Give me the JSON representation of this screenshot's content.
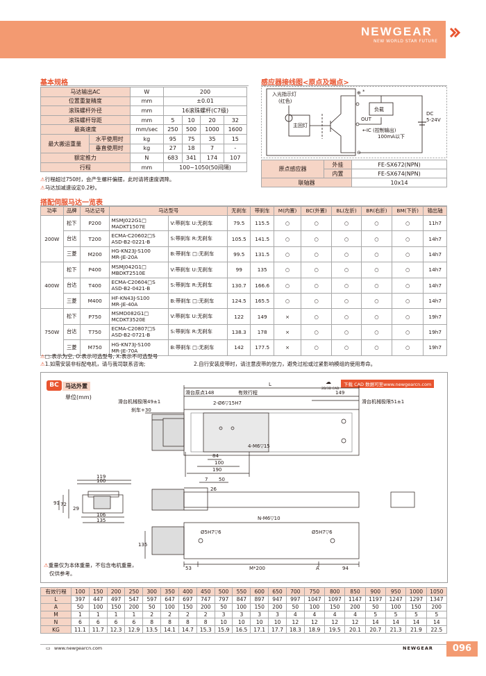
{
  "brand": {
    "name": "NEWGEAR",
    "slogan": "NEW WORLD STAR FUTURE"
  },
  "specs": {
    "title": "基本规格",
    "rows": [
      {
        "label": "马达输出AC",
        "unit": "W",
        "values": [
          "200"
        ]
      },
      {
        "label": "位置重复精度",
        "unit": "mm",
        "values": [
          "±0.01"
        ]
      },
      {
        "label": "滚珠螺杆外径",
        "unit": "mm",
        "values": [
          "16滚珠螺杆(C7级)"
        ]
      },
      {
        "label": "滚珠螺杆导距",
        "unit": "mm",
        "values": [
          "5",
          "10",
          "20",
          "32"
        ]
      },
      {
        "label": "最高速度",
        "unit": "mm/sec",
        "values": [
          "250",
          "500",
          "1000",
          "1600"
        ]
      },
      {
        "label": "最大搬运重量",
        "sub": "水平使用时",
        "unit": "kg",
        "values": [
          "95",
          "75",
          "35",
          "15"
        ]
      },
      {
        "label": "",
        "sub": "垂直使用时",
        "unit": "kg",
        "values": [
          "27",
          "18",
          "7",
          "-"
        ]
      },
      {
        "label": "额定推力",
        "unit": "N",
        "values": [
          "683",
          "341",
          "174",
          "107"
        ]
      },
      {
        "label": "行程",
        "unit": "mm",
        "values": [
          "100~1050(50间隔)"
        ]
      }
    ],
    "notes": [
      "行程超过750时，会产生螺杆偏摆，此时请将速度调降。",
      "马达加减速设定0.2秒。"
    ]
  },
  "sensor": {
    "title": "感应器接线图<原点及端点>",
    "labels": {
      "indicator": "入光指示灯",
      "red": "(红色)",
      "main": "主回灯",
      "load": "负载",
      "out": "OUT",
      "ic": "←IC (控制输出)",
      "ic2": "100mA以下",
      "dc": "DC",
      "dc2": "5-24V",
      "plus": "⊕",
      "star": "*",
      "minus": "⊖"
    },
    "table": [
      {
        "label": "原点感应器",
        "sub": "外挂",
        "value": "FE-SX672(NPN)"
      },
      {
        "label": "",
        "sub": "内置",
        "value": "FE-SX674(NPN)"
      },
      {
        "label": "联轴器",
        "sub": "",
        "value": "10x14"
      }
    ]
  },
  "motors": {
    "title": "搭配伺服马达一览表",
    "headers": [
      "功率",
      "品牌",
      "马达记号",
      "马达型号",
      "无刹车",
      "带刹车",
      "M(内置)",
      "BC(外置)",
      "BL(左折)",
      "BR(右折)",
      "BM(下折)",
      "输出轴"
    ],
    "groups": [
      {
        "power": "200W",
        "rows": [
          {
            "brand": "松下",
            "code": "P200",
            "model1": "MSMJ022G1□",
            "model2": "MADKT1507E",
            "brake": "V:带刹车  U:无刹车",
            "nb": "79.5",
            "wb": "115.5",
            "m": "○",
            "bc": "○",
            "bl": "○",
            "br": "○",
            "bm": "○",
            "shaft": "11h7"
          },
          {
            "brand": "台达",
            "code": "T200",
            "model1": "ECMA-C20602□S",
            "model2": "ASD-B2-0221-B",
            "brake": "S:带刹车  R:无刹车",
            "nb": "105.5",
            "wb": "141.5",
            "m": "○",
            "bc": "○",
            "bl": "○",
            "br": "○",
            "bm": "○",
            "shaft": "14h7"
          },
          {
            "brand": "三菱",
            "code": "M200",
            "model1": "HG-KN23J-S100",
            "model2": "MR-JE-20A",
            "brake": "B:带刹车  □:无刹车",
            "nb": "99.5",
            "wb": "131.5",
            "m": "○",
            "bc": "○",
            "bl": "○",
            "br": "○",
            "bm": "○",
            "shaft": "14h7"
          }
        ]
      },
      {
        "power": "400W",
        "rows": [
          {
            "brand": "松下",
            "code": "P400",
            "model1": "MSMJ042G1□",
            "model2": "MBDKT2510E",
            "brake": "V:带刹车  U:无刹车",
            "nb": "99",
            "wb": "135",
            "m": "○",
            "bc": "○",
            "bl": "○",
            "br": "○",
            "bm": "○",
            "shaft": "14h7"
          },
          {
            "brand": "台达",
            "code": "T400",
            "model1": "ECMA-C20604□S",
            "model2": "ASD-B2-0421-B",
            "brake": "S:带刹车  R:无刹车",
            "nb": "130.7",
            "wb": "166.6",
            "m": "○",
            "bc": "○",
            "bl": "○",
            "br": "○",
            "bm": "○",
            "shaft": "14h7"
          },
          {
            "brand": "三菱",
            "code": "M400",
            "model1": "HF-KN43J-S100",
            "model2": "MR-JE-40A",
            "brake": "B:带刹车  □:无刹车",
            "nb": "124.5",
            "wb": "165.5",
            "m": "○",
            "bc": "○",
            "bl": "○",
            "br": "○",
            "bm": "○",
            "shaft": "14h7"
          }
        ]
      },
      {
        "power": "750W",
        "rows": [
          {
            "brand": "松下",
            "code": "P750",
            "model1": "MSMD082G1□",
            "model2": "MCDKT3520E",
            "brake": "V:带刹车  U:无刹车",
            "nb": "122",
            "wb": "149",
            "m": "×",
            "bc": "○",
            "bl": "○",
            "br": "○",
            "bm": "○",
            "shaft": "19h7"
          },
          {
            "brand": "台达",
            "code": "T750",
            "model1": "ECMA-C20807□S",
            "model2": "ASD-B2-0721-B",
            "brake": "S:带刹车  R:无刹车",
            "nb": "138.3",
            "wb": "178",
            "m": "×",
            "bc": "○",
            "bl": "○",
            "br": "○",
            "bm": "○",
            "shaft": "19h7"
          },
          {
            "brand": "三菱",
            "code": "M750",
            "model1": "HG-KN73J-S100",
            "model2": "MR-JE-70A",
            "brake": "B:带刹车  □:无刹车",
            "nb": "142",
            "wb": "177.5",
            "m": "×",
            "bc": "○",
            "bl": "○",
            "br": "○",
            "bm": "○",
            "shaft": "19h7"
          }
        ]
      }
    ],
    "legend": "□:表示为空, O:表示可选型号, X:表示不可选型号",
    "note1": "1.如需安装非标配电机，请与我司联系咨询;",
    "note2": "2.自行安装皮带时，请注意皮带的张力，避免过松或过紧影响模组的使用寿命。"
  },
  "drawing": {
    "badge": "BC",
    "title": "马达外置",
    "unit": "单位(mm)",
    "cad": "下载 CAD 数据可至www.newgearcn.com",
    "cad_small": "2D/3D CAD",
    "dims": {
      "L": "L",
      "origin": "滑台原点148",
      "stroke": "有效行程",
      "d149": "149",
      "limit_left": "滑台机械极限49±1",
      "limit_right": "滑台机械极限51±1",
      "brake": "刹车+30",
      "hole": "2-Ø6▽15H7",
      "m6": "4-M6▽15",
      "d84": "84",
      "d100": "100",
      "d190": "190",
      "d119": "119",
      "d100b": "100",
      "d91": "91",
      "d72": "72",
      "d29": "29",
      "d106": "106",
      "d135": "135",
      "d7": "7",
      "d50": "50",
      "d26": "26",
      "nm6": "N-M6▽10",
      "d5h7a": "Ø5H7▽6",
      "d5h7b": "Ø5H7▽6",
      "d135v": "135",
      "d53": "53",
      "m200": "M*200",
      "dA": "A",
      "d94": "94"
    },
    "weight_note1": "重量仅为本体重量，不包含电机重量，",
    "weight_note2": "仅供参考。"
  },
  "dimtable": {
    "rows": [
      {
        "label": "有效行程",
        "values": [
          "100",
          "150",
          "200",
          "250",
          "300",
          "350",
          "400",
          "450",
          "500",
          "550",
          "600",
          "650",
          "700",
          "750",
          "800",
          "850",
          "900",
          "950",
          "1000",
          "1050"
        ]
      },
      {
        "label": "L",
        "values": [
          "397",
          "447",
          "497",
          "547",
          "597",
          "647",
          "697",
          "747",
          "797",
          "847",
          "897",
          "947",
          "997",
          "1047",
          "1097",
          "1147",
          "1197",
          "1247",
          "1297",
          "1347"
        ]
      },
      {
        "label": "A",
        "values": [
          "50",
          "100",
          "150",
          "200",
          "50",
          "100",
          "150",
          "200",
          "50",
          "100",
          "150",
          "200",
          "50",
          "100",
          "150",
          "200",
          "50",
          "100",
          "150",
          "200"
        ]
      },
      {
        "label": "M",
        "values": [
          "1",
          "1",
          "1",
          "1",
          "2",
          "2",
          "2",
          "2",
          "3",
          "3",
          "3",
          "3",
          "4",
          "4",
          "4",
          "4",
          "5",
          "5",
          "5",
          "5"
        ]
      },
      {
        "label": "N",
        "values": [
          "6",
          "6",
          "6",
          "6",
          "8",
          "8",
          "8",
          "8",
          "10",
          "10",
          "10",
          "10",
          "12",
          "12",
          "12",
          "12",
          "14",
          "14",
          "14",
          "14"
        ]
      },
      {
        "label": "KG",
        "values": [
          "11.1",
          "11.7",
          "12.3",
          "12.9",
          "13.5",
          "14.1",
          "14.7",
          "15.3",
          "15.9",
          "16.5",
          "17.1",
          "17.7",
          "18.3",
          "18.9",
          "19.5",
          "20.1",
          "20.7",
          "21.3",
          "21.9",
          "22.5"
        ]
      }
    ]
  },
  "footer": {
    "url": "www.newgearcn.com",
    "brand": "NEWGEAR",
    "page": "096"
  }
}
